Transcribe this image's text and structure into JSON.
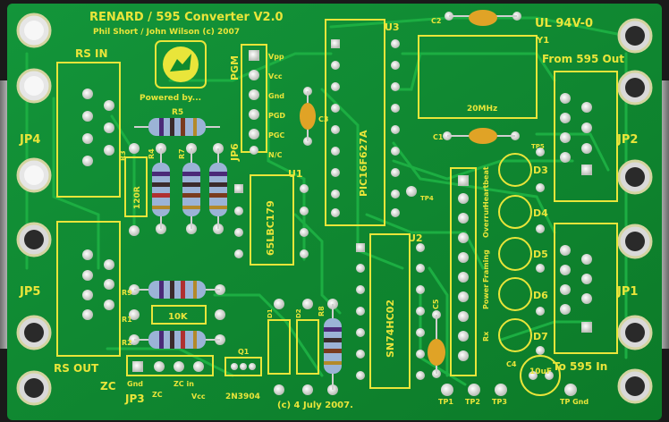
{
  "board": {
    "title": "RENARD / 595 Converter   V2.0",
    "credits": "Phil Short / John Wilson (c) 2007",
    "ul_rating": "UL 94V-0",
    "powered_by": "Powered by...",
    "date": "(c) 4 July 2007."
  },
  "ports": {
    "rs_in": "RS IN",
    "rs_out": "RS OUT",
    "from_595": "From 595 Out",
    "to_595": "To 595 In"
  },
  "connectors": {
    "jp1": "JP1",
    "jp2": "JP2",
    "jp3": "JP3",
    "jp4": "JP4",
    "jp5": "JP5",
    "jp6": "JP6"
  },
  "icsp": {
    "pgm": "PGM",
    "pins": [
      "Vpp",
      "Vcc",
      "Gnd",
      "PGD",
      "PGC",
      "N/C"
    ]
  },
  "chips": {
    "u1_ref": "U1",
    "u1_part": "65LBC179",
    "u2_ref": "U2",
    "u2_part": "SN74HC02",
    "u3_ref": "U3",
    "u3_part": "PIC16F627A"
  },
  "crystal": {
    "ref": "Y1",
    "freq": "20MHz"
  },
  "resistors": {
    "r1": "R1",
    "r1_value": "10K",
    "r2": "R2",
    "r3": "R3",
    "r3_value": "120R",
    "r4": "R4",
    "r5": "R5",
    "r7": "R7",
    "r8": "R8",
    "r9": "R9"
  },
  "capacitors": {
    "c1": "C1",
    "c2": "C2",
    "c3": "C3",
    "c4": "C4",
    "c4_value": "10uF",
    "c5": "C5"
  },
  "diodes": {
    "d1": "D1",
    "d2": "D2",
    "d3": "D3",
    "d4": "D4",
    "d5": "D5",
    "d6": "D6",
    "d7": "D7"
  },
  "transistor": {
    "ref": "Q1",
    "part": "2N3904"
  },
  "led_labels": {
    "heartbeat": "Heartbeat",
    "overrun": "Overrun",
    "framing": "Framing",
    "power": "Power",
    "rx": "Rx"
  },
  "zc": {
    "label": "ZC",
    "gnd": "Gnd",
    "zc": "ZC",
    "zc_in": "ZC in",
    "vcc": "Vcc"
  },
  "test_points": {
    "tp1": "TP1",
    "tp2": "TP2",
    "tp3": "TP3",
    "tp4": "TP4",
    "tp5": "TP5",
    "tp_gnd": "TP Gnd"
  },
  "colors": {
    "pcb": "#0f8a2e",
    "pcb_dark": "#0b6e24",
    "trace": "#17a83c",
    "silkscreen": "#e9e53a",
    "pad": "#d9dcd6",
    "frame": "#8c8c8c"
  }
}
